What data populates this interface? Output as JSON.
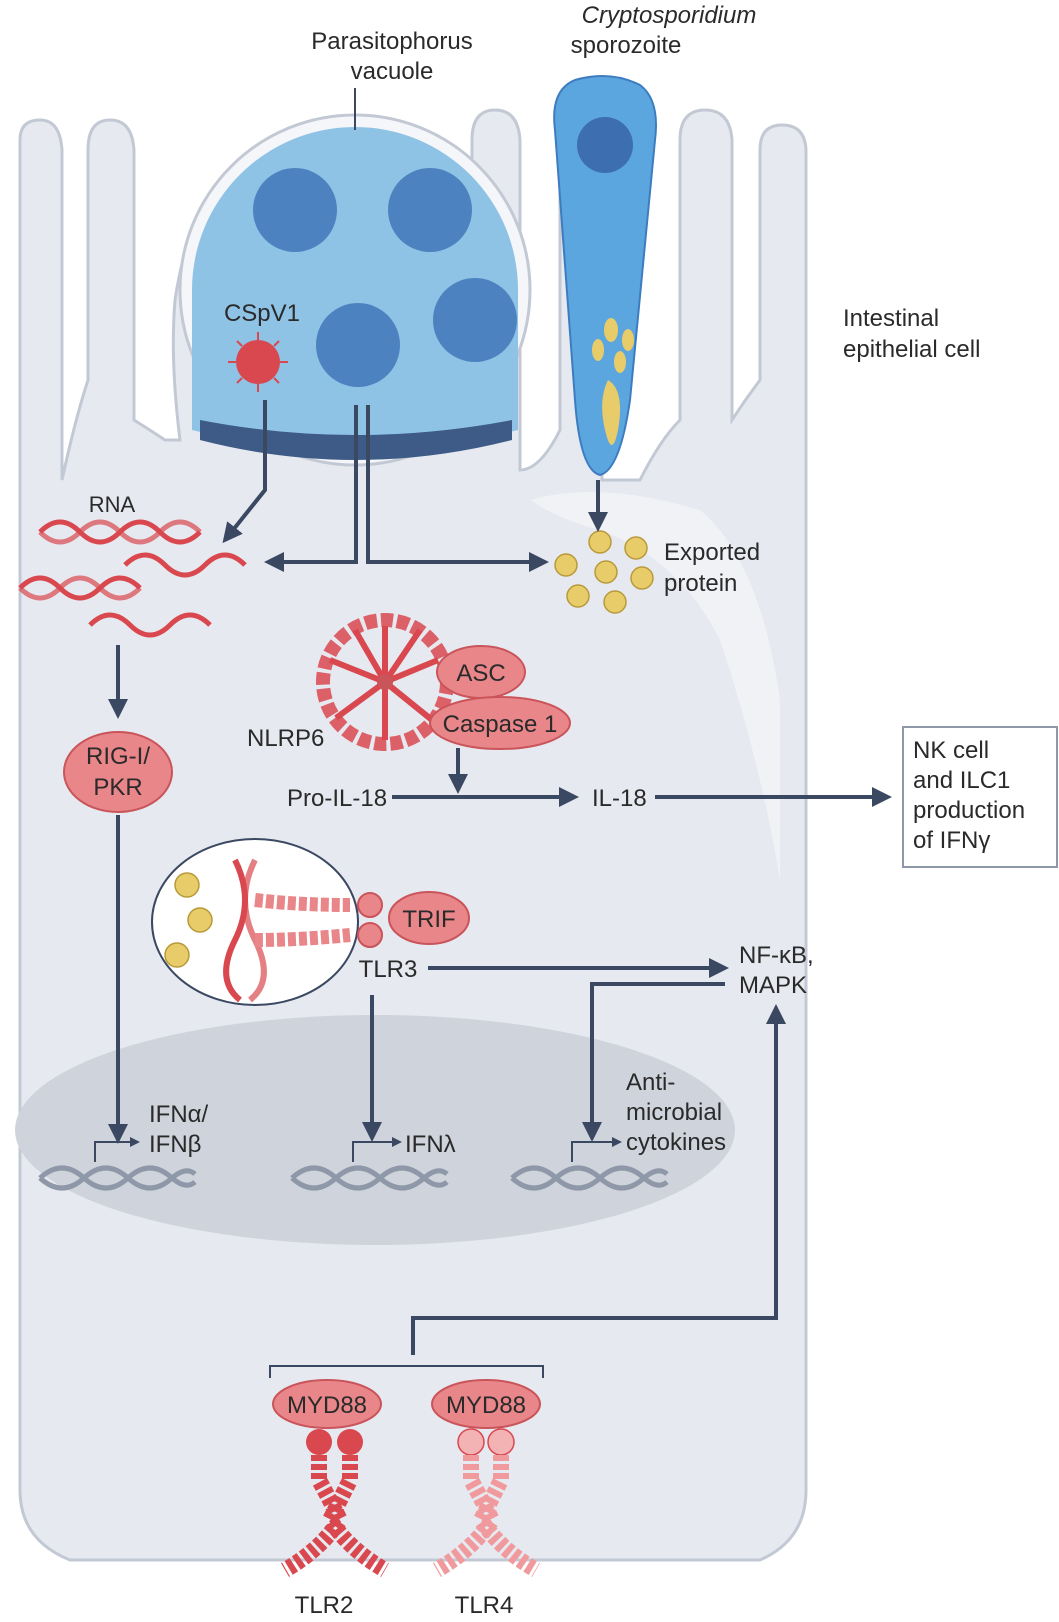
{
  "labels": {
    "parasitophorus_vacuole_1": "Parasitophorus",
    "parasitophorus_vacuole_2": "vacuole",
    "sporozoite_1": "Cryptosporidium",
    "sporozoite_2": "sporozoite",
    "epithelial_cell_1": "Intestinal",
    "epithelial_cell_2": "epithelial cell",
    "cspv1": "CSpV1",
    "rna": "RNA",
    "exported_protein_1": "Exported",
    "exported_protein_2": "protein",
    "rig_pkr_1": "RIG-I/",
    "rig_pkr_2": "PKR",
    "asc": "ASC",
    "caspase1": "Caspase 1",
    "nlrp6": "NLRP6",
    "pro_il18": "Pro-IL-18",
    "il18": "IL-18",
    "nk_1": "NK cell",
    "nk_2": "and ILC1",
    "nk_3": "production",
    "nk_4": "of IFNγ",
    "trif": "TRIF",
    "tlr3": "TLR3",
    "nfkb_1": "NF-κB,",
    "nfkb_2": "MAPK",
    "ifnab_1": "IFNα/",
    "ifnab_2": "IFNβ",
    "ifnl": "IFNλ",
    "anti_1": "Anti-",
    "anti_2": "microbial",
    "anti_3": "cytokines",
    "myd88_a": "MYD88",
    "myd88_b": "MYD88",
    "tlr2": "TLR2",
    "tlr4": "TLR4"
  },
  "colors": {
    "cell_fill": "#e6e9ef",
    "cell_stroke": "#c3c9d4",
    "vacuole_fill": "#8ec3e6",
    "vacuole_dark": "#4c82c0",
    "protein_pill": "#e9868a",
    "protein_pill_stroke": "#c9545a",
    "rna_red": "#d9484f",
    "exported_protein": "#e8cc6a",
    "arrow": "#3b4861",
    "dna_gray": "#8f98a8",
    "nucleus": "#cfd3db"
  }
}
